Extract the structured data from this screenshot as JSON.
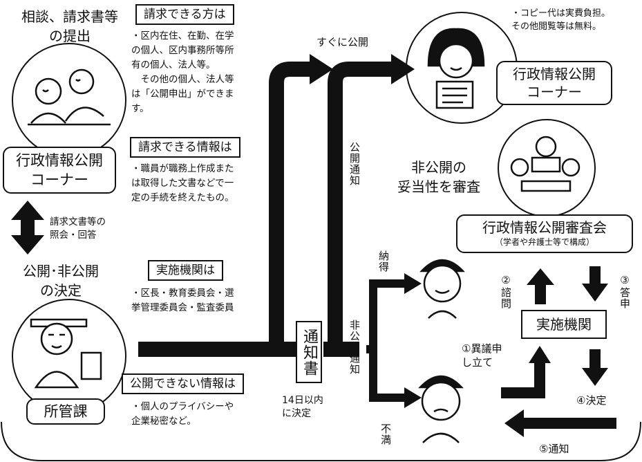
{
  "colors": {
    "ink": "#111111",
    "paper": "#ffffff"
  },
  "left": {
    "consult_title": "相談、請求書等\nの提出",
    "counter_box": "行政情報公開\nコーナー",
    "inquiry_label": "請求文書等の\n照会・回答",
    "decision_title": "公開･非公開\nの決定",
    "office_box": "所管課"
  },
  "middle": {
    "who_heading": "請求できる方は",
    "who_text": "・区内在住、在勤、在学\nの個人、区内事務所等所\n有の個人、法人等。\n　その他の個人、法人等\nは「公開申出」ができま\nす。",
    "info_heading": "請求できる情報は",
    "info_text": "・職員が職務上作成また\nは取得した文書などで一\n定の手続を終えたもの。",
    "agency_heading": "実施機関は",
    "agency_text": "・区長・教育委員会・選\n挙管理委員会・監査委員",
    "nondisclose_heading": "公開できない情報は",
    "nondisclose_text": "・個人のプライバシーや\n企業秘密など。"
  },
  "flow": {
    "notice_doc": "通知書",
    "deadline": "14日以内\nに決定",
    "immediate_public": "すぐに公開",
    "public_notice": "公開通知",
    "nonpublic_notice": "非公開通知",
    "accept": "納得",
    "dissatisfied": "不満"
  },
  "right": {
    "cost_text": "・コピー代は実費負担。\nその他閲覧等は無料。",
    "counter_box": "行政情報公開\nコーナー",
    "review_title": "非公開の\n妥当性を審査",
    "committee_box": "行政情報公開審査会",
    "committee_note": "（学者や弁護士等で構成）",
    "agency_box": "実施機関",
    "step1": "①異議申\nし立て",
    "step2": "②諮問",
    "step3": "③答申",
    "step4": "④決定",
    "step5": "⑤通知"
  }
}
